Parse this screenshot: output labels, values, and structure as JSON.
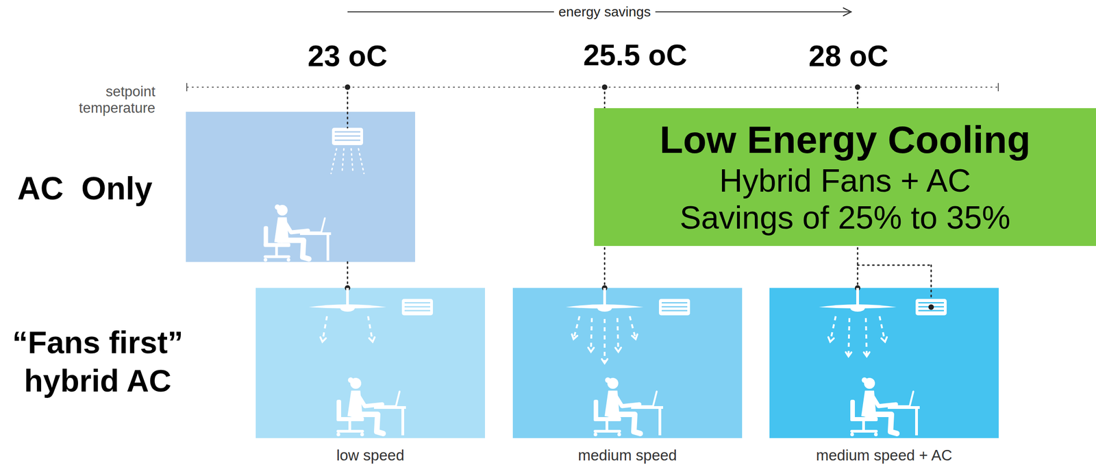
{
  "diagram": {
    "nodes": [
      {
        "text": [
          "Low Energy Cooling",
          "Hybrid Fans + AC",
          "Savings of 25% to 35%"
        ]
      },
      {
        "text": [
          "low speed"
        ]
      },
      {
        "text": [
          "medium speed"
        ]
      },
      {
        "text": [
          "medium speed + AC"
        ]
      }
    ],
    "labels": [
      "energy savings",
      "23 oC",
      "25.5 oC",
      "28 oC",
      "setpoint temperature",
      "AC  Only",
      "“Fans first” hybrid AC"
    ]
  }
}
